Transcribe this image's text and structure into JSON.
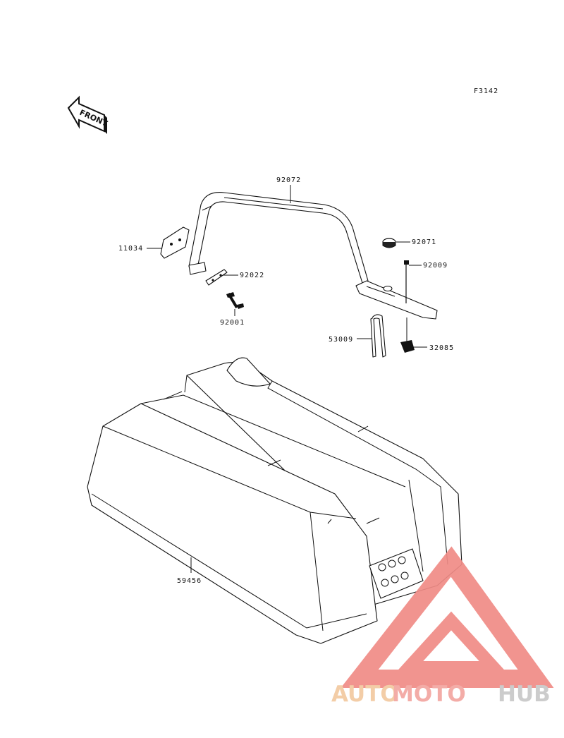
{
  "figure_code": "F3142",
  "front_label": "FRONT",
  "parts": [
    {
      "id": "part-92072",
      "number": "92072"
    },
    {
      "id": "part-11034",
      "number": "11034"
    },
    {
      "id": "part-92022",
      "number": "92022"
    },
    {
      "id": "part-92001",
      "number": "92001"
    },
    {
      "id": "part-92071",
      "number": "92071"
    },
    {
      "id": "part-92009",
      "number": "92009"
    },
    {
      "id": "part-53009",
      "number": "53009"
    },
    {
      "id": "part-32085",
      "number": "32085"
    },
    {
      "id": "part-59456",
      "number": "59456"
    }
  ],
  "watermark": {
    "part1": "AUTO",
    "part2": "MOTO",
    "part3": "HUB",
    "color_auto": "#f2c9a0",
    "color_moto": "#f3a5a0",
    "color_hub": "#c8c8c8",
    "triangle_color": "#f08b86"
  }
}
